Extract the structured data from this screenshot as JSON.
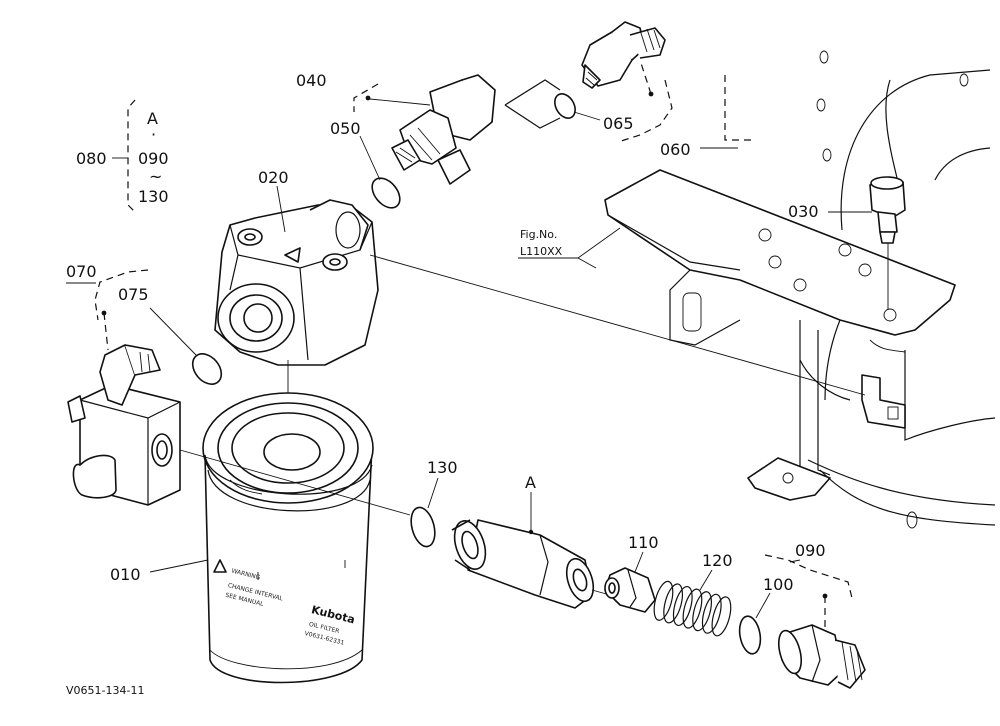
{
  "labels": {
    "p010": "010",
    "p020": "020",
    "p030": "030",
    "p040": "040",
    "p050": "050",
    "p060": "060",
    "p065": "065",
    "p070": "070",
    "p075": "075",
    "p080": "080",
    "p090": "090",
    "p100": "100",
    "p110": "110",
    "p120": "120",
    "p130": "130",
    "assembly_a": "A"
  },
  "group_080": {
    "top": "A",
    "dot": "·",
    "from": "090",
    "tilde": "~",
    "to": "130"
  },
  "fig_ref": {
    "line1": "Fig.No.",
    "line2": "L110XX"
  },
  "filter_text": {
    "brand": "Kubota",
    "warning": "WARNING",
    "oil_filter": "OIL FILTER",
    "part_no": "V0631-62331",
    "service1": "CHANGE INTERVAL",
    "service2": "SEE MANUAL"
  },
  "drawing_id": "V0651-134-11"
}
